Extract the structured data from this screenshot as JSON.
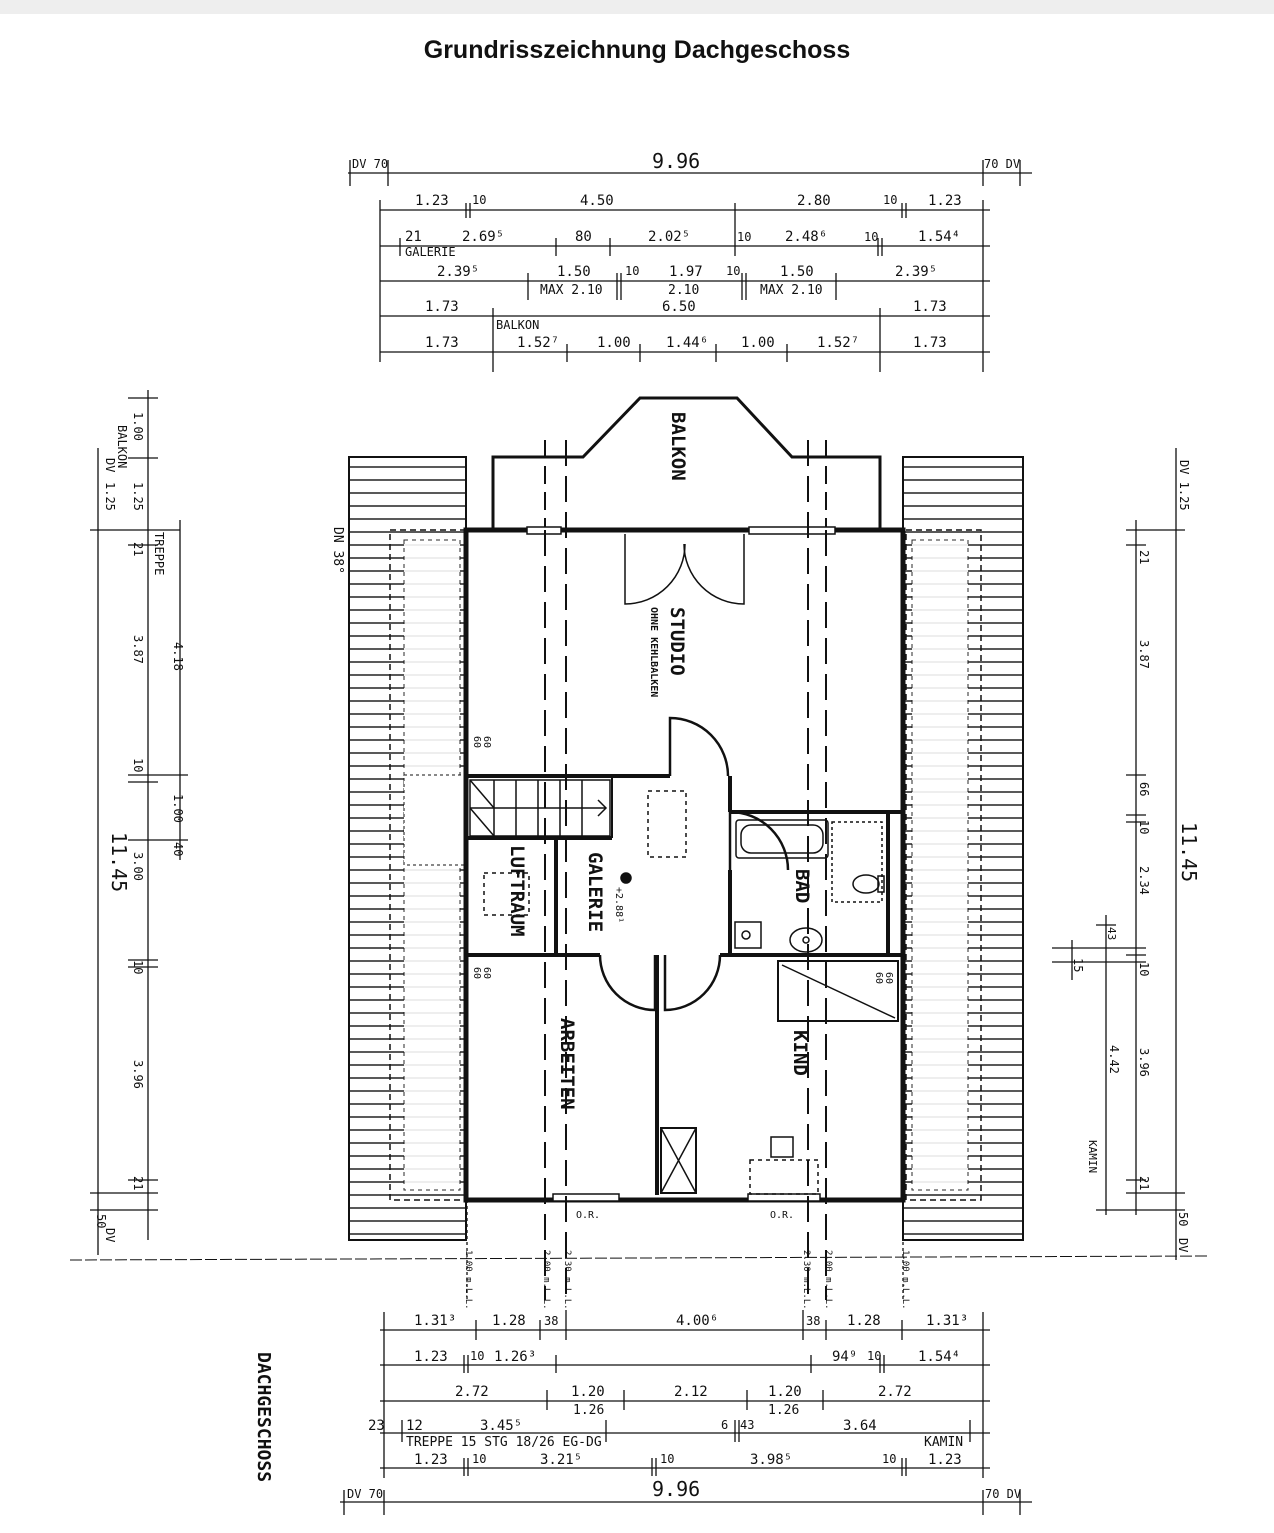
{
  "page_title": "Grundrisszeichnung Dachgeschoss",
  "plan_caption": "DACHGESCHOSS",
  "rooms": {
    "balkon": "BALKON",
    "studio": "STUDIO",
    "studio_note": "OHNE KEHLBALKEN",
    "galerie": "GALERIE",
    "luftraum": "LUFTRAUM",
    "bad": "BAD",
    "arbeiten": "ARBEITEN",
    "kind": "KIND",
    "kamin": "KAMIN",
    "height_mark": "+2.88¹"
  },
  "roof": {
    "pitch": "DN 38°"
  },
  "top_dims": {
    "overall": "9.96",
    "dv_left": "DV 70",
    "dv_right": "70 DV",
    "r1": [
      "1.23",
      "10",
      "4.50",
      "2.80",
      "10",
      "1.23"
    ],
    "r2": [
      "21",
      "2.69⁵",
      "80",
      "2.02⁵",
      "10",
      "2.48⁶",
      "10",
      "1.54⁴"
    ],
    "r2_label": "GALERIE",
    "r3": [
      "2.39⁵",
      "1.50",
      "10",
      "1.97",
      "10",
      "1.50",
      "2.39⁵"
    ],
    "r3_sub": [
      "MAX 2.10",
      "2.10",
      "MAX 2.10"
    ],
    "r4": [
      "1.73",
      "6.50",
      "1.73"
    ],
    "r5_label": "BALKON",
    "r5": [
      "1.73",
      "1.52⁷",
      "1.00",
      "1.44⁶",
      "1.00",
      "1.52⁷",
      "1.73"
    ]
  },
  "bottom_dims": {
    "r1": [
      "1.31³",
      "1.28",
      "38",
      "4.00⁶",
      "38",
      "1.28",
      "1.31³"
    ],
    "r2": [
      "1.23",
      "10",
      "1.26³",
      "94⁹",
      "10",
      "1.54⁴"
    ],
    "r3": [
      "2.72",
      "1.20",
      "2.12",
      "1.20",
      "2.72"
    ],
    "r3_sub": [
      "1.26",
      "1.26"
    ],
    "r4": [
      "23",
      "12",
      "3.45⁵",
      "6",
      "43",
      "3.64"
    ],
    "stair_note": "TREPPE 15 STG 18/26 EG-DG",
    "kamin": "KAMIN",
    "r5": [
      "1.23",
      "10",
      "3.21⁵",
      "10",
      "3.98⁵",
      "10",
      "1.23"
    ],
    "overall": "9.96",
    "dv_left": "DV 70",
    "dv_right": "70 DV",
    "heights": [
      "1.00 m.L.L.",
      "2.00 m.L.L.",
      "2.30 m.L.L.",
      "2.30 m.L.L.",
      "2.00 m.L.L.",
      "1.00 m.L.L."
    ],
    "or_left": "O.R.",
    "or_right": "O.R."
  },
  "left_dims": {
    "overall": "11.45",
    "col1": [
      "1.00",
      "1.25",
      "21",
      "3.87",
      "10",
      "3.00",
      "10",
      "3.96",
      "21",
      "50"
    ],
    "balkon": "BALKON",
    "dv": "DV",
    "dv_bottom": "DV",
    "treppe": "TREPPE",
    "col2": [
      "4.18",
      "1.00",
      "40"
    ],
    "marks": [
      "60",
      "60",
      "60",
      "60"
    ]
  },
  "right_dims": {
    "overall": "11.45",
    "col1": [
      "DV 1.25",
      "21",
      "3.87",
      "66",
      "10",
      "2.34",
      "10",
      "3.96",
      "21",
      "50",
      "DV"
    ],
    "col2": [
      "43",
      "15",
      "4.42"
    ],
    "marks": [
      "60",
      "60"
    ]
  }
}
